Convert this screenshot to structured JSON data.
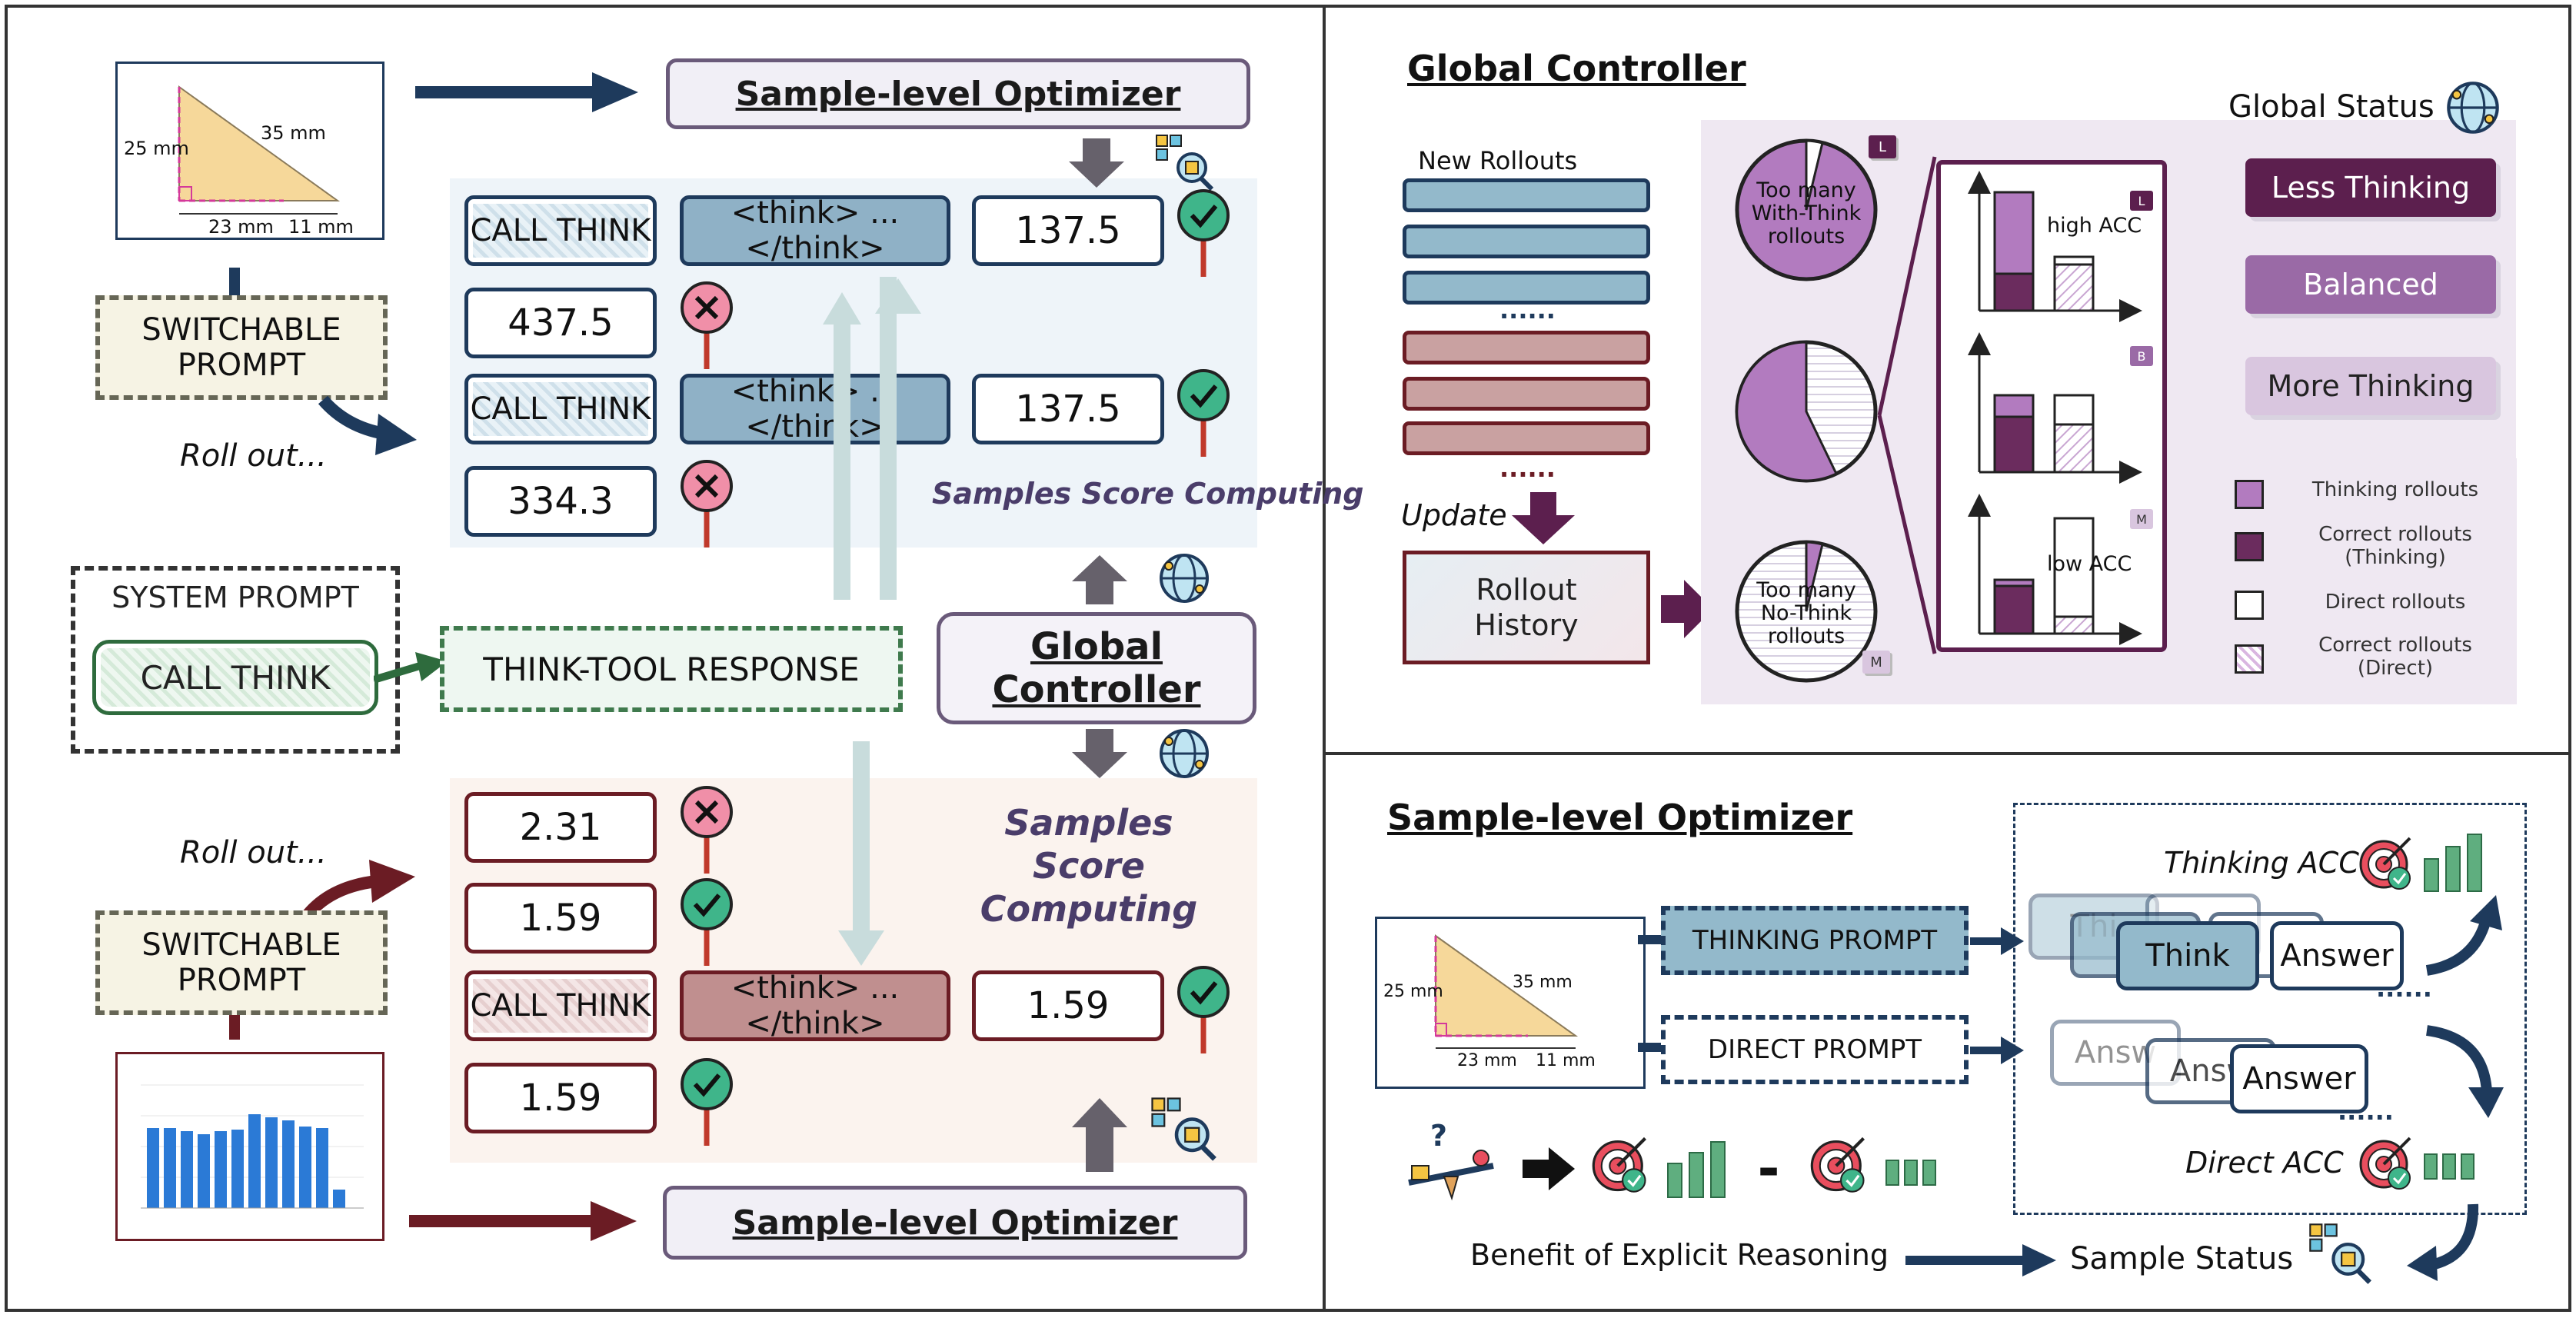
{
  "left": {
    "top_optimizer": "Sample-level Optimizer",
    "bottom_optimizer": "Sample-level Optimizer",
    "global_controller": "Global Controller",
    "switchable_prompt": "SWITCHABLE PROMPT",
    "roll_out": "Roll out...",
    "system_prompt": "SYSTEM PROMPT",
    "call_think": "CALL THINK",
    "think_tool_response": "THINK-TOOL RESPONSE",
    "samples_score_computing": "Samples Score Computing",
    "think_tag": "<think> ... </think>",
    "top_rows": [
      {
        "type": "think",
        "score": "137.5",
        "correct": true
      },
      {
        "type": "direct",
        "score": "437.5",
        "correct": false
      },
      {
        "type": "think",
        "score": "137.5",
        "correct": true
      },
      {
        "type": "direct",
        "score": "334.3",
        "correct": false
      }
    ],
    "bottom_rows": [
      {
        "type": "direct",
        "score": "2.31",
        "correct": false
      },
      {
        "type": "direct",
        "score": "1.59",
        "correct": true
      },
      {
        "type": "think",
        "score": "1.59",
        "correct": true
      },
      {
        "type": "direct",
        "score": "1.59",
        "correct": true
      }
    ],
    "triangle": {
      "a": "25 mm",
      "c": "35 mm",
      "b1": "23 mm",
      "b2": "11 mm"
    }
  },
  "gc": {
    "title": "Global Controller",
    "new_rollouts": "New Rollouts",
    "ellipsis": "......",
    "update": "Update",
    "rollout_history": "Rollout History",
    "pie_top": "Too many With-Think rollouts",
    "pie_bottom": "Too many No-Think rollouts",
    "tag_l": "L",
    "tag_m": "M",
    "tag_b": "B",
    "high_acc": "high ACC",
    "low_acc": "low ACC",
    "global_status": "Global Status",
    "status": [
      "Less Thinking",
      "Balanced",
      "More Thinking"
    ],
    "status_colors": [
      "#5c1f4e",
      "#9a6aa6",
      "#d9c6df"
    ],
    "legend": [
      "Thinking rollouts",
      "Correct rollouts (Thinking)",
      "Direct rollouts",
      "Correct rollouts (Direct)"
    ],
    "pies": [
      {
        "tag": "L",
        "thinking_fraction": 0.96
      },
      {
        "tag": "",
        "thinking_fraction": 0.55
      },
      {
        "tag": "M",
        "thinking_fraction": 0.04
      }
    ]
  },
  "so": {
    "title": "Sample-level Optimizer",
    "thinking_prompt": "THINKING PROMPT",
    "direct_prompt": "DIRECT PROMPT",
    "think": "Think",
    "answer": "Answer",
    "thi_ghost": "Thi",
    "ans_ghost": "Answ",
    "thinking_acc": "Thinking ACC",
    "direct_acc": "Direct ACC",
    "benefit": "Benefit of Explicit Reasoning",
    "sample_status": "Sample Status",
    "ellipsis": "......",
    "minus": "-"
  }
}
